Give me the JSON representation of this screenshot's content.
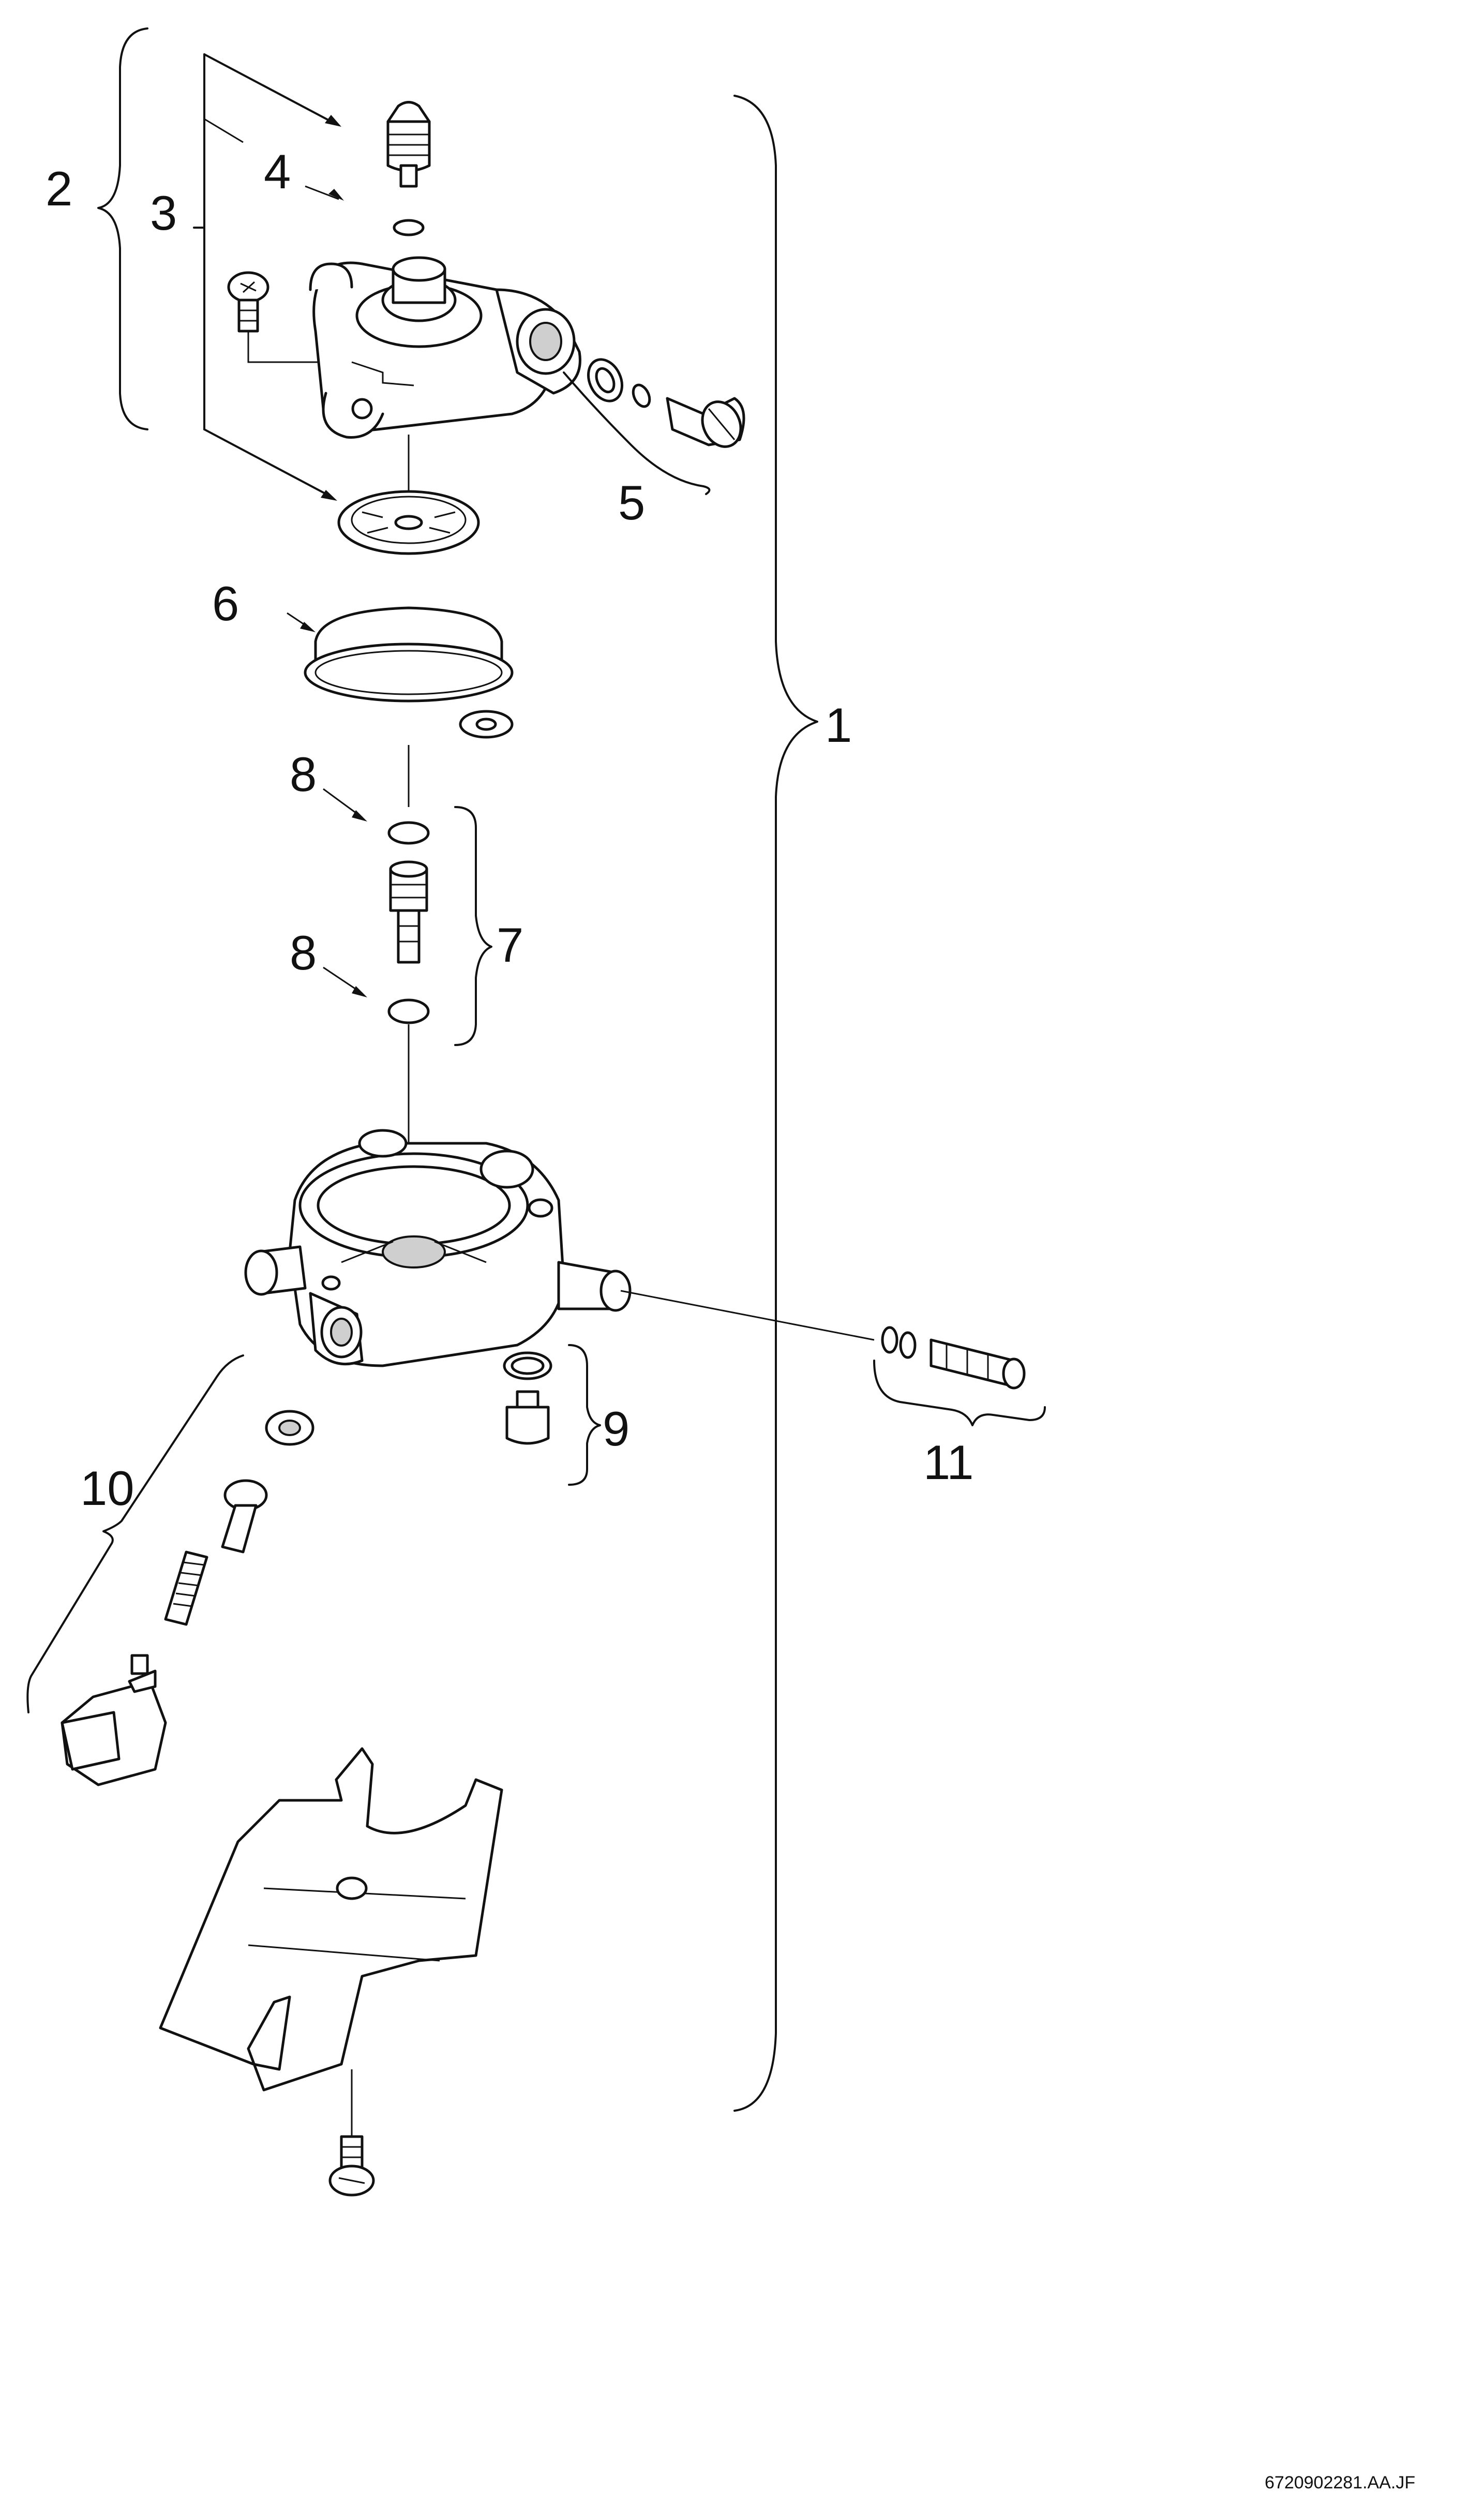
{
  "diagram": {
    "callouts": [
      {
        "id": "1",
        "text": "1"
      },
      {
        "id": "2",
        "text": "2"
      },
      {
        "id": "3",
        "text": "3"
      },
      {
        "id": "4",
        "text": "4"
      },
      {
        "id": "5",
        "text": "5"
      },
      {
        "id": "6",
        "text": "6"
      },
      {
        "id": "7",
        "text": "7"
      },
      {
        "id": "8a",
        "text": "8"
      },
      {
        "id": "8b",
        "text": "8"
      },
      {
        "id": "9",
        "text": "9"
      },
      {
        "id": "10",
        "text": "10"
      },
      {
        "id": "11",
        "text": "11"
      }
    ],
    "document_id": "6720902281.AA.JF"
  }
}
